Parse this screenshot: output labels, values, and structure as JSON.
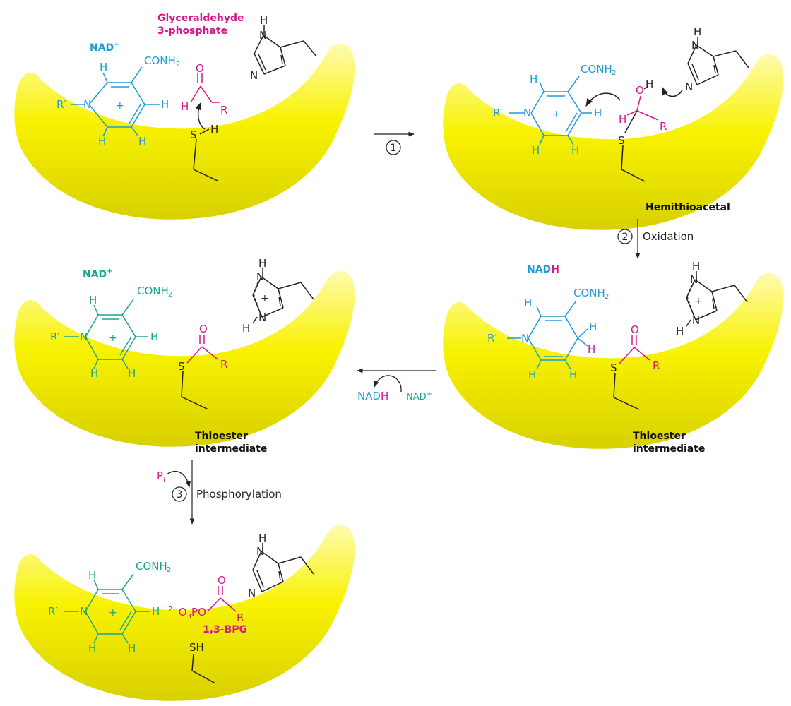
{
  "colors": {
    "blue": "#1e9bd7",
    "green": "#1aa58a",
    "magenta": "#d6168c",
    "black": "#222222",
    "enzyme": "#f8f200"
  },
  "labels": {
    "g3p_line1": "Glyceraldehyde",
    "g3p_line2": "3-phosphate",
    "nad_plus": "NAD",
    "plus_sup": "+",
    "nadh_nad": "NAD",
    "nadh_h": "H",
    "hemithioacetal": "Hemithioacetal",
    "thioester_line1": "Thioester",
    "thioester_line2": "intermediate",
    "oxidation": "Oxidation",
    "phosphorylation": "Phosphorylation",
    "step1": "1",
    "step2": "2",
    "step3": "3",
    "bpg": "1,3-BPG",
    "pi_p": "P",
    "pi_i": "i",
    "exch_nadh_nad": "NAD",
    "exch_nadh_h": "H",
    "exch_nad": "NAD",
    "exch_nad_sup": "+"
  },
  "atoms": {
    "conh2": "CONH",
    "conh2_sub": "2",
    "r_prime": "R′",
    "n": "N",
    "h": "H",
    "nh": "NH",
    "o": "O",
    "s": "S",
    "sh": "SH",
    "r": "R",
    "plus": "+",
    "phosphate_charge": "2−",
    "phosphate_o": "O",
    "phosphate_sub": "3",
    "phosphate_po": "PO"
  }
}
